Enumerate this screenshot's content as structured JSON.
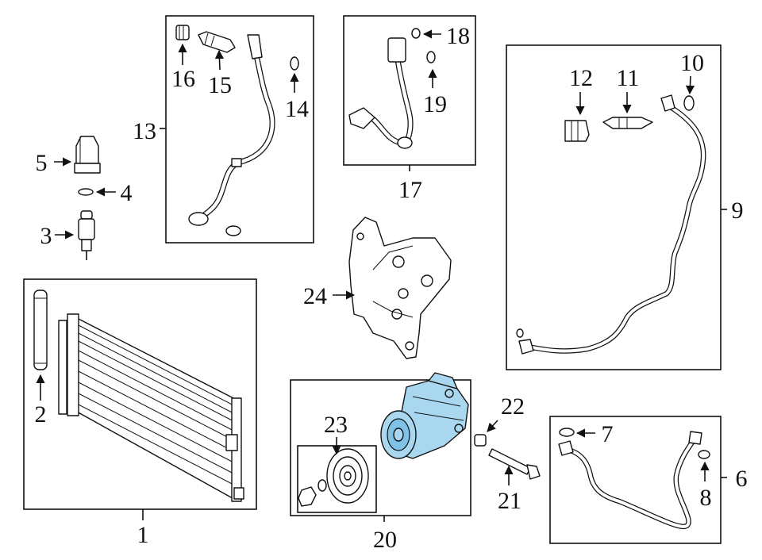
{
  "highlight_color": "#a9d7f0",
  "callouts": {
    "c1": "1",
    "c2": "2",
    "c3": "3",
    "c4": "4",
    "c5": "5",
    "c6": "6",
    "c7": "7",
    "c8": "8",
    "c9": "9",
    "c10": "10",
    "c11": "11",
    "c12": "12",
    "c13": "13",
    "c14": "14",
    "c15": "15",
    "c16": "16",
    "c17": "17",
    "c18": "18",
    "c19": "19",
    "c20": "20",
    "c21": "21",
    "c22": "22",
    "c23": "23",
    "c24": "24"
  }
}
